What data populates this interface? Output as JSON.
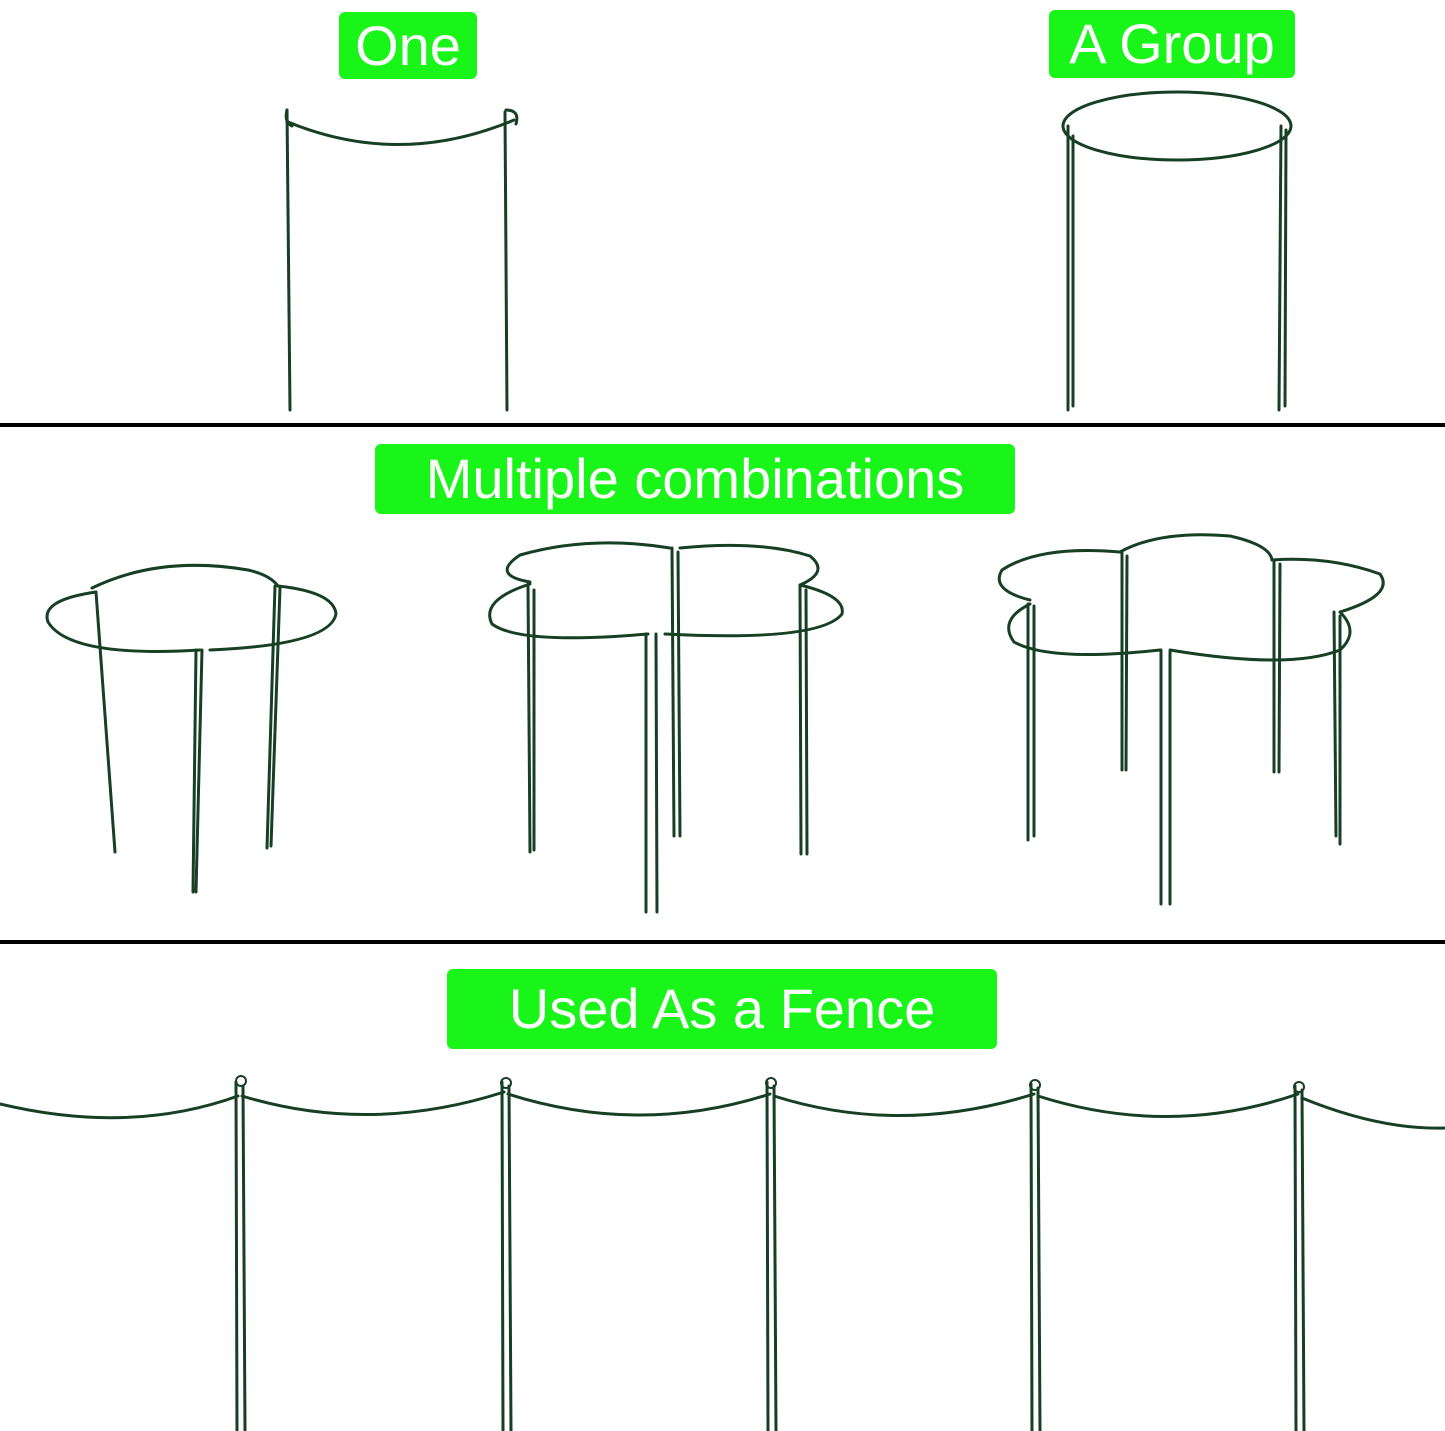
{
  "sections": {
    "one": {
      "label": "One"
    },
    "group": {
      "label": "A Group"
    },
    "multiple": {
      "label": "Multiple combinations"
    },
    "fence": {
      "label": "Used As a Fence"
    }
  },
  "colors": {
    "label_background": "#19f519",
    "label_text": "#ffffff",
    "wire": "#173f24",
    "divider": "#000000"
  }
}
